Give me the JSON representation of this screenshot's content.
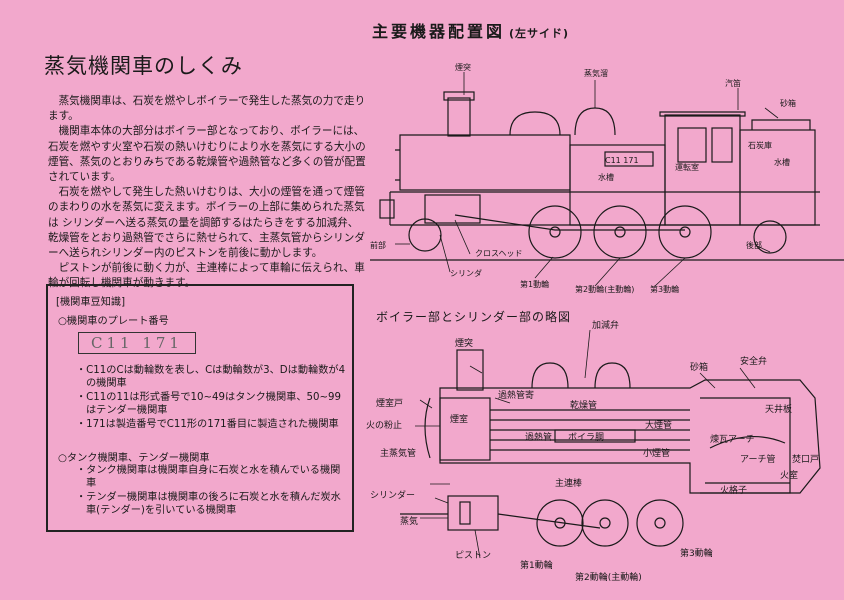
{
  "main_title": "蒸気機関車のしくみ",
  "diagram_title": "主要機器配置図",
  "diagram_subtitle": "(左サイド)",
  "paragraphs": [
    "蒸気機関車は、石炭を燃やしボイラーで発生した蒸気の力で走ります。",
    "機関車本体の大部分はボイラー部となっており、ボイラーには、石炭を燃やす火室や石炭の熱いけむりにより水を蒸気にする大小の煙管、蒸気のとおりみちである乾燥管や過熱管など多くの管が配置されています。",
    "石炭を燃やして発生した熱いけむりは、大小の煙管を通って煙管のまわりの水を蒸気に変えます。ボイラーの上部に集められた蒸気は シリンダーへ送る蒸気の量を調節するはたらきをする加減弁、乾燥管をとおり過熱管でさらに熱せられて、主蒸気管からシリンダーへ送られシリンダー内のピストンを前後に動かします。",
    "ピストンが前後に動く力が、主連棒によって車輪に伝えられ、車輪が回転し機関車が動きます。"
  ],
  "info_box": {
    "heading": "[機関車豆知識]",
    "plate_heading": "○機関車のプレート番号",
    "plate_text": "C11 171",
    "plate_notes": [
      "・C11のCは動輪数を表し、Cは動輪数が3、Dは動輪数が4の機関車",
      "・C11の11は形式番号で10~49はタンク機関車、50~99はテンダー機関車",
      "・171は製造番号でC11形の171番目に製造された機関車"
    ],
    "type_heading": "○タンク機関車、テンダー機関車",
    "type_notes": [
      "・タンク機関車は機関車自身に石炭と水を積んでいる機関車",
      "・テンダー機関車は機関車の後ろに石炭と水を積んだ炭水車(テンダー)を引いている機関車"
    ]
  },
  "diagram1": {
    "plate_number": "C11 171",
    "labels": {
      "chimney": "煙突",
      "steam_dome": "蒸気溜",
      "whistle": "汽笛",
      "sand_dome": "砂箱",
      "cab": "運転室",
      "coal_bunker": "石炭庫",
      "water_left": "水槽",
      "water_right": "水槽",
      "front_deck": "前部",
      "crosshead": "クロスヘッド",
      "cylinder": "シリンダ",
      "wheel1": "第1動輪",
      "wheel2": "第2動輪(主動輪)",
      "wheel3": "第3動輪",
      "rear_step": "後部"
    }
  },
  "diagram2_title": "ボイラー部とシリンダー部の略図",
  "diagram2": {
    "labels": {
      "regulator": "加減弁",
      "chimney": "煙突",
      "smokebox_door": "煙室戸",
      "spark_arrester": "火の粉止",
      "smokebox": "煙室",
      "superheater_header": "過熱管寄",
      "dry_pipe": "乾燥管",
      "superheater_tube": "過熱管",
      "boiler_body": "ボイラ胴",
      "big_flue": "大煙管",
      "small_flue": "小煙管",
      "main_steam_pipe": "主蒸気管",
      "sand_dome": "砂箱",
      "safety_valve": "安全弁",
      "crown_sheet": "天井板",
      "brick_arch": "煉瓦アーチ",
      "arch_tube": "アーチ管",
      "firebox_door": "焚口戸",
      "firebox": "火室",
      "grate": "火格子",
      "main_rod": "主連棒",
      "cylinder": "シリンダー",
      "steam": "蒸気",
      "piston": "ピストン",
      "wheel1": "第1動輪",
      "wheel2": "第2動輪(主動輪)",
      "wheel3": "第3動輪"
    }
  }
}
